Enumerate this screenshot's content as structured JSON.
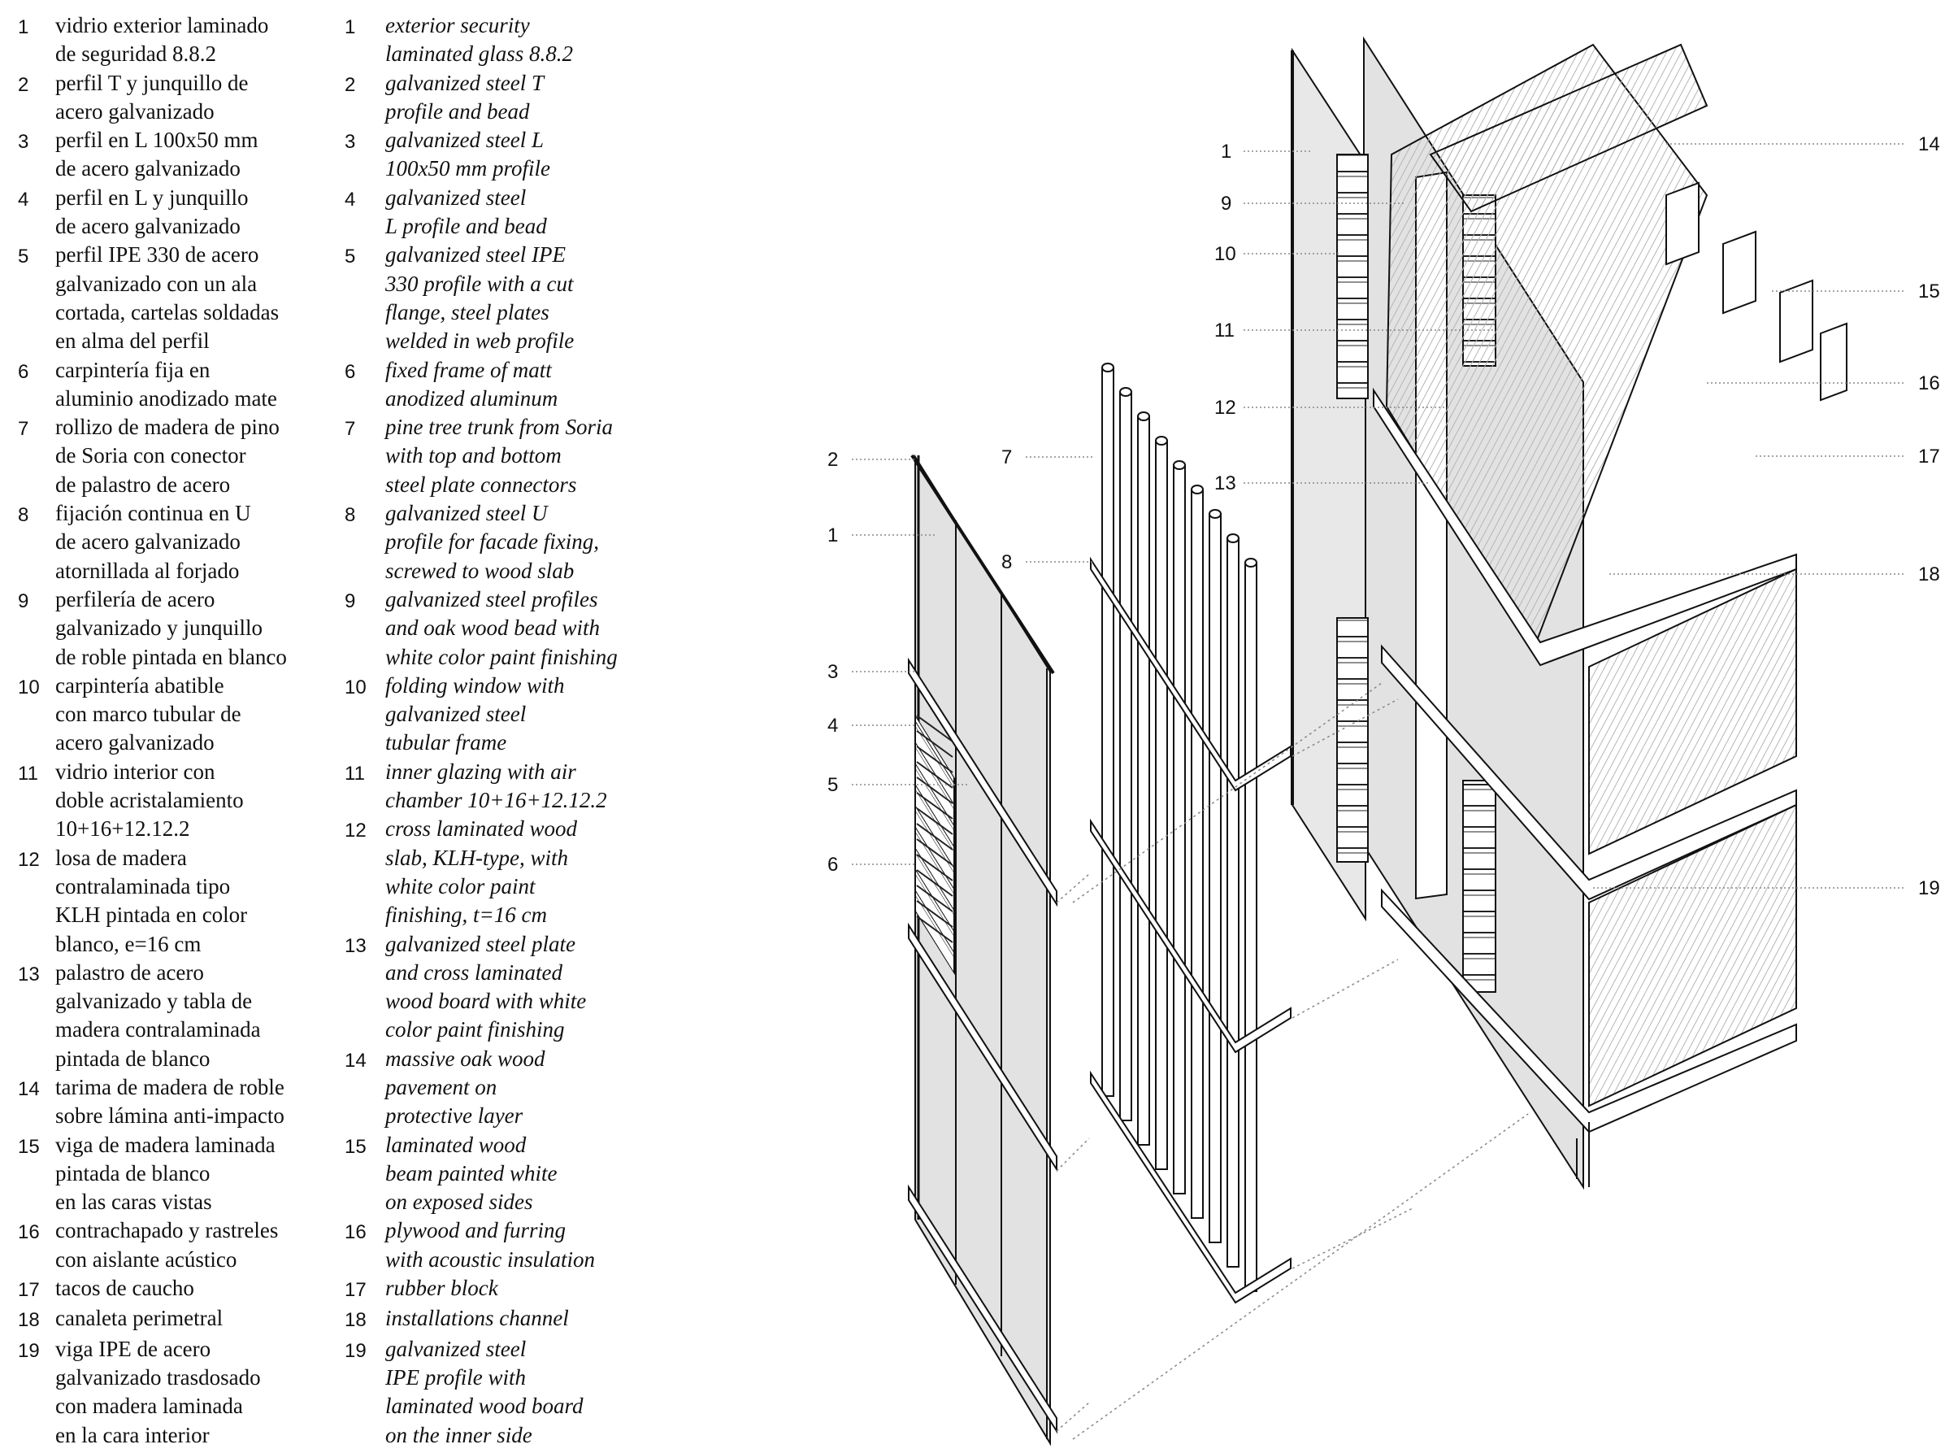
{
  "legend_es": [
    {
      "num": "1",
      "text": "vidrio exterior laminado\nde seguridad 8.8.2"
    },
    {
      "num": "2",
      "text": "perfil T y junquillo de\nacero galvanizado"
    },
    {
      "num": "3",
      "text": "perfil en L 100x50 mm\nde acero galvanizado"
    },
    {
      "num": "4",
      "text": "perfil en L y junquillo\nde acero galvanizado"
    },
    {
      "num": "5",
      "text": "perfil IPE 330 de acero\ngalvanizado con un ala\ncortada, cartelas soldadas\nen alma del perfil"
    },
    {
      "num": "6",
      "text": "carpintería fija en\naluminio anodizado mate"
    },
    {
      "num": "7",
      "text": "rollizo de madera de pino\nde Soria con conector\nde palastro de acero"
    },
    {
      "num": "8",
      "text": "fijación continua en U\nde acero galvanizado\natornillada al forjado"
    },
    {
      "num": "9",
      "text": "perfilería de acero\ngalvanizado y junquillo\nde roble pintada en blanco"
    },
    {
      "num": "10",
      "text": "carpintería abatible\ncon marco tubular de\nacero galvanizado"
    },
    {
      "num": "11",
      "text": "vidrio interior con\ndoble acristalamiento\n10+16+12.12.2"
    },
    {
      "num": "12",
      "text": "losa de madera\ncontralaminada tipo\nKLH pintada en color\nblanco, e=16 cm"
    },
    {
      "num": "13",
      "text": "palastro de acero\ngalvanizado y tabla de\nmadera contralaminada\npintada de blanco"
    },
    {
      "num": "14",
      "text": "tarima de madera de roble\nsobre lámina anti-impacto"
    },
    {
      "num": "15",
      "text": "viga de madera laminada\npintada de blanco\nen las caras vistas"
    },
    {
      "num": "16",
      "text": "contrachapado y rastreles\ncon aislante acústico"
    },
    {
      "num": "17",
      "text": "tacos de caucho"
    },
    {
      "num": "18",
      "text": "canaleta perimetral"
    },
    {
      "num": "19",
      "text": "viga IPE de acero\ngalvanizado trasdosado\ncon madera laminada\nen la cara interior"
    }
  ],
  "legend_en": [
    {
      "num": "1",
      "text": "exterior security\nlaminated glass 8.8.2"
    },
    {
      "num": "2",
      "text": "galvanized steel T\nprofile and bead"
    },
    {
      "num": "3",
      "text": "galvanized steel L\n100x50 mm profile"
    },
    {
      "num": "4",
      "text": "galvanized steel\nL profile and bead"
    },
    {
      "num": "5",
      "text": "galvanized steel IPE\n330 profile with a cut\nflange, steel plates\nwelded in web profile"
    },
    {
      "num": "6",
      "text": "fixed frame of matt\nanodized aluminum"
    },
    {
      "num": "7",
      "text": "pine tree trunk from Soria\nwith top and bottom\nsteel plate connectors"
    },
    {
      "num": "8",
      "text": "galvanized steel U\nprofile for facade fixing,\nscrewed to wood slab"
    },
    {
      "num": "9",
      "text": "galvanized steel profiles\nand oak wood bead with\nwhite color paint finishing"
    },
    {
      "num": "10",
      "text": "folding window with\ngalvanized steel\ntubular frame"
    },
    {
      "num": "11",
      "text": "inner glazing with air\nchamber 10+16+12.12.2"
    },
    {
      "num": "12",
      "text": "cross laminated wood\nslab, KLH-type, with\nwhite color paint\nfinishing, t=16 cm"
    },
    {
      "num": "13",
      "text": "galvanized steel plate\nand cross laminated\nwood board with white\ncolor paint finishing"
    },
    {
      "num": "14",
      "text": "massive oak wood\npavement on\nprotective layer"
    },
    {
      "num": "15",
      "text": "laminated wood\nbeam painted white\non exposed sides"
    },
    {
      "num": "16",
      "text": "plywood and furring\nwith acoustic insulation"
    },
    {
      "num": "17",
      "text": "rubber block"
    },
    {
      "num": "18",
      "text": "installations channel"
    },
    {
      "num": "19",
      "text": "galvanized steel\nIPE profile with\nlaminated wood board\non the inner side"
    }
  ],
  "callouts": {
    "c2_left": "2",
    "c1_left": "1",
    "c3_left": "3",
    "c4_left": "4",
    "c5_left": "5",
    "c6_left": "6",
    "c7": "7",
    "c8": "8",
    "c1_right": "1",
    "c9": "9",
    "c10": "10",
    "c11": "11",
    "c12": "12",
    "c13": "13",
    "c14": "14",
    "c15": "15",
    "c16": "16",
    "c17": "17",
    "c18": "18",
    "c19": "19"
  },
  "colors": {
    "ink": "#111111",
    "glass": "#e4e4e4",
    "leader": "#888888",
    "wood_hatch": "#c9c9c9"
  }
}
